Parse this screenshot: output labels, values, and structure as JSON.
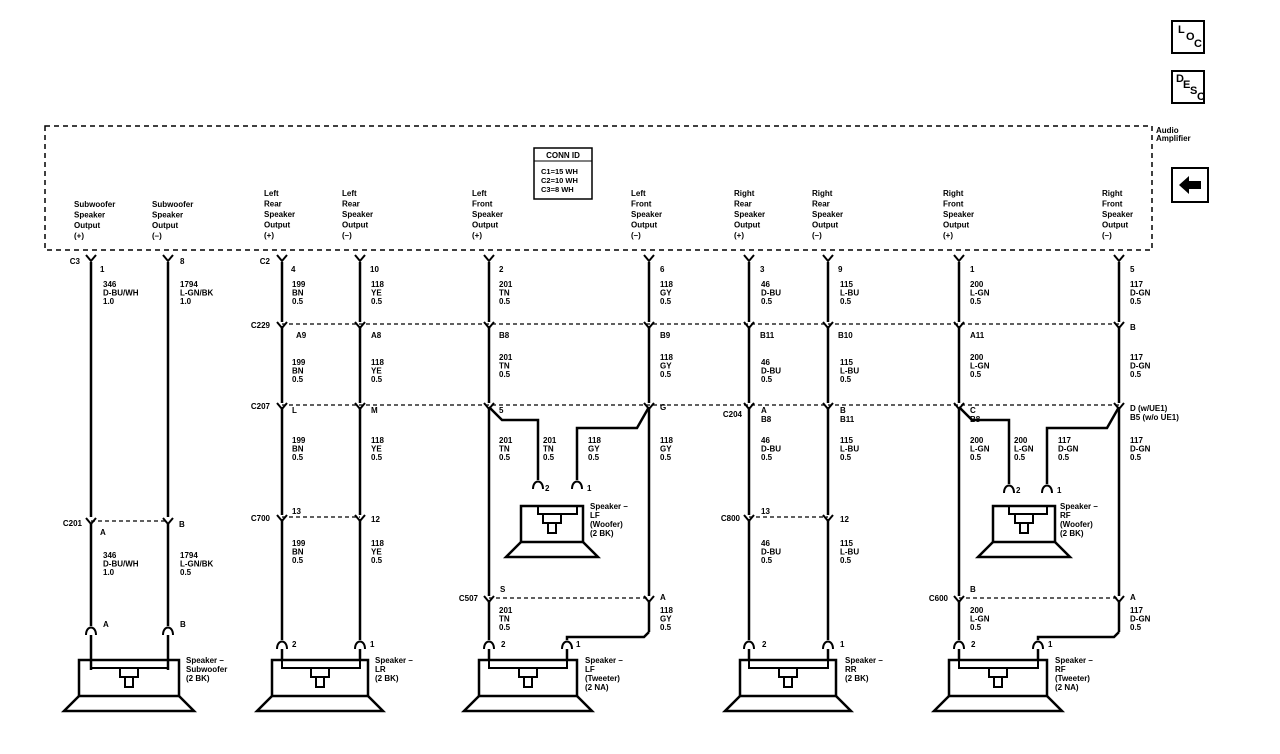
{
  "amplifier": {
    "label": [
      "Audio",
      "Amplifier"
    ],
    "conn_id": {
      "title": "CONN ID",
      "lines": [
        "C1=15 WH",
        "C2=10 WH",
        "C3=8 WH"
      ]
    }
  },
  "outputs": [
    [
      "Subwoofer",
      "Speaker",
      "Output",
      "(+)"
    ],
    [
      "Subwoofer",
      "Speaker",
      "Output",
      "(–)"
    ],
    [
      "Left",
      "Rear",
      "Speaker",
      "Output",
      "(+)"
    ],
    [
      "Left",
      "Rear",
      "Speaker",
      "Output",
      "(–)"
    ],
    [
      "Left",
      "Front",
      "Speaker",
      "Output",
      "(+)"
    ],
    [
      "Left",
      "Front",
      "Speaker",
      "Output",
      "(–)"
    ],
    [
      "Right",
      "Rear",
      "Speaker",
      "Output",
      "(+)"
    ],
    [
      "Right",
      "Rear",
      "Speaker",
      "Output",
      "(–)"
    ],
    [
      "Right",
      "Front",
      "Speaker",
      "Output",
      "(+)"
    ],
    [
      "Right",
      "Front",
      "Speaker",
      "Output",
      "(–)"
    ]
  ],
  "connectors": {
    "c3": "C3",
    "c2": "C2",
    "c229": "C229",
    "c207": "C207",
    "c204": "C204",
    "c201": "C201",
    "c700": "C700",
    "c800": "C800",
    "c507": "C507",
    "c600": "C600"
  },
  "pins": {
    "sw_amp_pos": "1",
    "sw_amp_neg": "8",
    "sw_c201_pos": "A",
    "sw_c201_neg": "B",
    "sw_spk_pos": "A",
    "sw_spk_neg": "B",
    "lr_amp_pos": "4",
    "lr_amp_neg": "10",
    "lr_c229_pos": "A9",
    "lr_c229_neg": "A8",
    "lr_c207_pos": "L",
    "lr_c207_neg": "M",
    "lr_c700_pos": "13",
    "lr_c700_neg": "12",
    "lr_spk_pos": "2",
    "lr_spk_neg": "1",
    "lf_amp_pos": "2",
    "lf_amp_neg": "6",
    "lf_c229_pos": "B8",
    "lf_c229_neg": "B9",
    "lf_c207_pos": "5",
    "lf_c207_neg": "G",
    "lf_woof_pos": "2",
    "lf_woof_neg": "1",
    "lf_c507_pos": "S",
    "lf_c507_neg": "A",
    "lf_tw_pos": "2",
    "lf_tw_neg": "1",
    "rr_amp_pos": "3",
    "rr_amp_neg": "9",
    "rr_c229_pos": "B11",
    "rr_c229_neg": "B10",
    "rr_c204_pos": "A",
    "rr_c204_pos2": "B8",
    "rr_c204_neg": "B",
    "rr_c204_neg2": "B11",
    "rr_c800_pos": "13",
    "rr_c800_neg": "12",
    "rr_spk_pos": "2",
    "rr_spk_neg": "1",
    "rf_amp_pos": "1",
    "rf_amp_neg": "5",
    "rf_c229_pos": "A11",
    "rf_c229_neg": "B",
    "rf_c207_pos": "C",
    "rf_c207_pos2": "B8",
    "rf_c207_neg": "D (w/UE1)",
    "rf_c207_neg2": "B5 (w/o UE1)",
    "rf_woof_pos": "2",
    "rf_woof_neg": "1",
    "rf_c600_pos": "B",
    "rf_c600_neg": "A",
    "rf_tw_pos": "2",
    "rf_tw_neg": "1"
  },
  "wires": {
    "sw_pos_1": [
      "346",
      "D-BU/WH",
      "1.0"
    ],
    "sw_neg_1": [
      "1794",
      "L-GN/BK",
      "1.0"
    ],
    "sw_pos_2": [
      "346",
      "D-BU/WH",
      "1.0"
    ],
    "sw_neg_2": [
      "1794",
      "L-GN/BK",
      "0.5"
    ],
    "lr_pos_1": [
      "199",
      "BN",
      "0.5"
    ],
    "lr_neg_1": [
      "118",
      "YE",
      "0.5"
    ],
    "lr_pos_2": [
      "199",
      "BN",
      "0.5"
    ],
    "lr_neg_2": [
      "118",
      "YE",
      "0.5"
    ],
    "lr_pos_3": [
      "199",
      "BN",
      "0.5"
    ],
    "lr_neg_3": [
      "118",
      "YE",
      "0.5"
    ],
    "lr_pos_4": [
      "199",
      "BN",
      "0.5"
    ],
    "lr_neg_4": [
      "118",
      "YE",
      "0.5"
    ],
    "lf_pos_1": [
      "201",
      "TN",
      "0.5"
    ],
    "lf_neg_1": [
      "118",
      "GY",
      "0.5"
    ],
    "lf_pos_2": [
      "201",
      "TN",
      "0.5"
    ],
    "lf_neg_2": [
      "118",
      "GY",
      "0.5"
    ],
    "lf_pos_3": [
      "201",
      "TN",
      "0.5"
    ],
    "lf_pos_3b": [
      "201",
      "TN",
      "0.5"
    ],
    "lf_neg_3b": [
      "118",
      "GY",
      "0.5"
    ],
    "lf_neg_3": [
      "118",
      "GY",
      "0.5"
    ],
    "lf_pos_4": [
      "201",
      "TN",
      "0.5"
    ],
    "lf_neg_4": [
      "118",
      "GY",
      "0.5"
    ],
    "rr_pos_1": [
      "46",
      "D-BU",
      "0.5"
    ],
    "rr_neg_1": [
      "115",
      "L-BU",
      "0.5"
    ],
    "rr_pos_2": [
      "46",
      "D-BU",
      "0.5"
    ],
    "rr_neg_2": [
      "115",
      "L-BU",
      "0.5"
    ],
    "rr_pos_3": [
      "46",
      "D-BU",
      "0.5"
    ],
    "rr_neg_3": [
      "115",
      "L-BU",
      "0.5"
    ],
    "rr_pos_4": [
      "46",
      "D-BU",
      "0.5"
    ],
    "rr_neg_4": [
      "115",
      "L-BU",
      "0.5"
    ],
    "rf_pos_1": [
      "200",
      "L-GN",
      "0.5"
    ],
    "rf_neg_1": [
      "117",
      "D-GN",
      "0.5"
    ],
    "rf_pos_2": [
      "200",
      "L-GN",
      "0.5"
    ],
    "rf_neg_2": [
      "117",
      "D-GN",
      "0.5"
    ],
    "rf_pos_3": [
      "200",
      "L-GN",
      "0.5"
    ],
    "rf_pos_3b": [
      "200",
      "L-GN",
      "0.5"
    ],
    "rf_neg_3b": [
      "117",
      "D-GN",
      "0.5"
    ],
    "rf_neg_3": [
      "117",
      "D-GN",
      "0.5"
    ],
    "rf_pos_4": [
      "200",
      "L-GN",
      "0.5"
    ],
    "rf_neg_4": [
      "117",
      "D-GN",
      "0.5"
    ]
  },
  "speakers": {
    "subwoofer": [
      "Speaker –",
      "Subwoofer",
      "(2 BK)"
    ],
    "lr": [
      "Speaker –",
      "LR",
      "(2 BK)"
    ],
    "lf_woofer": [
      "Speaker –",
      "LF",
      "(Woofer)",
      "(2 BK)"
    ],
    "lf_tweeter": [
      "Speaker –",
      "LF",
      "(Tweeter)",
      "(2 NA)"
    ],
    "rr": [
      "Speaker –",
      "RR",
      "(2 BK)"
    ],
    "rf_woofer": [
      "Speaker –",
      "RF",
      "(Woofer)",
      "(2 BK)"
    ],
    "rf_tweeter": [
      "Speaker –",
      "RF",
      "(Tweeter)",
      "(2 NA)"
    ]
  },
  "nav": {
    "loc": [
      "L",
      "O",
      "C"
    ],
    "desc": [
      "D",
      "E",
      "S",
      "C"
    ],
    "back_icon": "left-arrow-icon"
  }
}
